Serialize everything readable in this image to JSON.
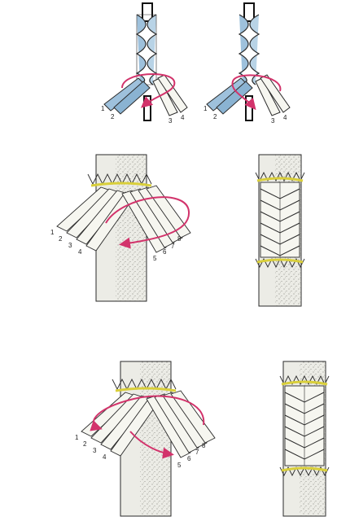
{
  "colors": {
    "strand_blue": "#9ec1dc",
    "strand_blue_dark": "#5d86a8",
    "strand_white": "#f6f6f0",
    "outline": "#2a2a2a",
    "arrow": "#d2336b",
    "binding": "#d9cf3a",
    "rod_fill": "#ecece6",
    "stipple": "#6e6e66"
  },
  "panels": {
    "top_left": {
      "labels": [
        "1",
        "2",
        "3",
        "4"
      ]
    },
    "top_right": {
      "labels": [
        "1",
        "2",
        "3",
        "4"
      ]
    },
    "mid_left": {
      "labels": [
        "1",
        "2",
        "3",
        "4",
        "5",
        "6",
        "7",
        "8"
      ]
    },
    "bot_left": {
      "labels": [
        "1",
        "2",
        "3",
        "4",
        "5",
        "6",
        "7",
        "8"
      ]
    }
  }
}
